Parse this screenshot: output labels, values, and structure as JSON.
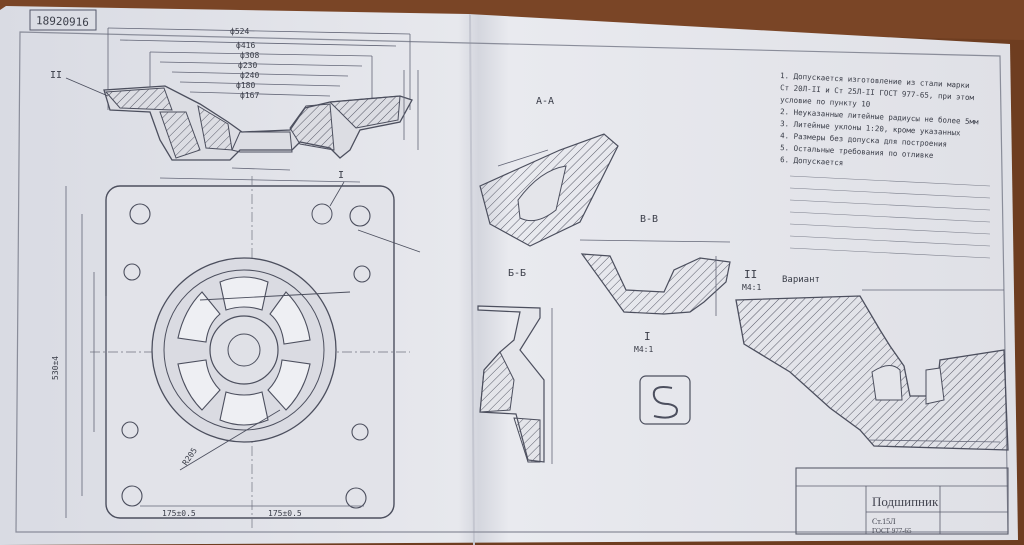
{
  "drawing": {
    "doc_number": "18920916",
    "section_aa": "А-А",
    "section_bb": "Б-Б",
    "section_vv": "В-В",
    "detail_i": "I",
    "detail_i_scale": "М4:1",
    "detail_ii": "II",
    "detail_ii_scale": "М4:1",
    "detail_ii_title": "Вариант",
    "title_block_name": "Подшипник",
    "material_line_1": "Ст.15Л",
    "material_line_2": "ГОСТ 977-65",
    "dims": {
      "d1": "ф524",
      "d2": "ф416",
      "d3": "ф308",
      "d4": "ф230",
      "d5": "ф240",
      "d6": "ф180",
      "d7": "ф167",
      "width_left": "175±0.5",
      "width_right": "175±0.5",
      "height_total": "530±4",
      "radius": "R205"
    },
    "notes": [
      "1. Допускается изготовление из стали марки",
      "Ст 20Л-II и Ст 25Л-II ГОСТ 977-65, при этом",
      "условие по пункту 10",
      "2. Неуказанные литейные радиусы не более 5мм",
      "3. Литейные уклоны 1:20, кроме указанных",
      "4. Размеры без допуска для построения",
      "5. Остальные требования по отливке",
      "6. Допускается"
    ]
  }
}
